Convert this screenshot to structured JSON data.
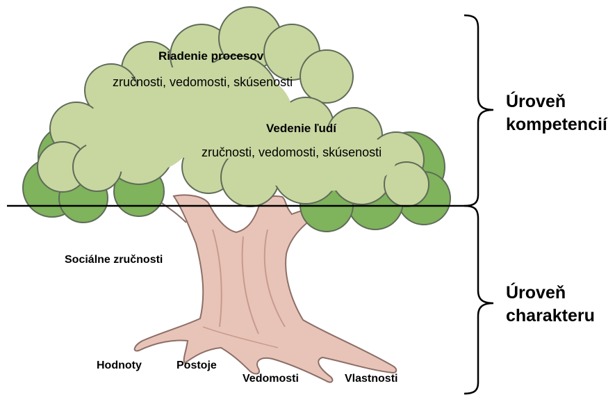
{
  "crown": {
    "top_label": "Riadenie procesov",
    "top_sub": "zručnosti, vedomosti, skúsenosti",
    "inner_label": "Vedenie ľudí",
    "inner_sub": "zručnosti, vedomosti, skúsenosti"
  },
  "trunk": {
    "social_label": "Sociálne zručnosti"
  },
  "roots": {
    "hodnoty": "Hodnoty",
    "postoje": "Postoje",
    "vedomosti": "Vedomosti",
    "vlastnosti": "Vlastnosti"
  },
  "levels": {
    "competence_line1": "Úroveň",
    "competence_line2": "kompetencií",
    "character_line1": "Úroveň",
    "character_line2": "charakteru"
  },
  "colors": {
    "foliage_dark": "#7fb35c",
    "foliage_light": "#c8d6a0",
    "foliage_outline": "#5f6b58",
    "trunk": "#e8c4b8",
    "trunk_outline": "#8c6e66"
  }
}
